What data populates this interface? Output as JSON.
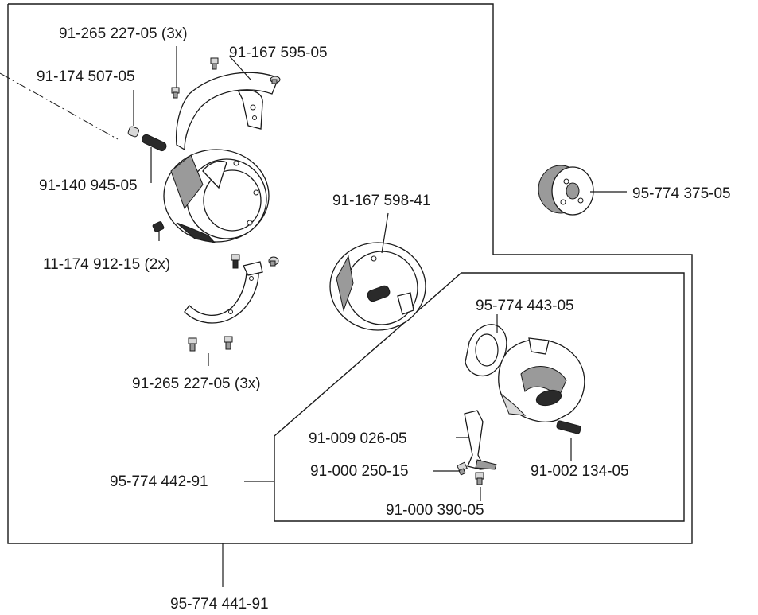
{
  "labels": {
    "screw_top": "91-265 227-05 (3x)",
    "pin_small": "91-174 507-05",
    "guard_top": "91-167 595-05",
    "pin_rod": "91-140 945-05",
    "screw_side": "11-174 912-15 (2x)",
    "screw_bottom": "91-265 227-05 (3x)",
    "bobbin_case_outer": "91-167 598-41",
    "bobbin": "95-774 375-05",
    "washer": "95-774 443-05",
    "spring": "91-009 026-05",
    "set_screw": "91-002 134-05",
    "screw_small_a": "91-000 250-15",
    "screw_small_b": "91-000 390-05",
    "assembly_inner": "95-774 442-91",
    "assembly_outer": "95-774 441-91"
  }
}
